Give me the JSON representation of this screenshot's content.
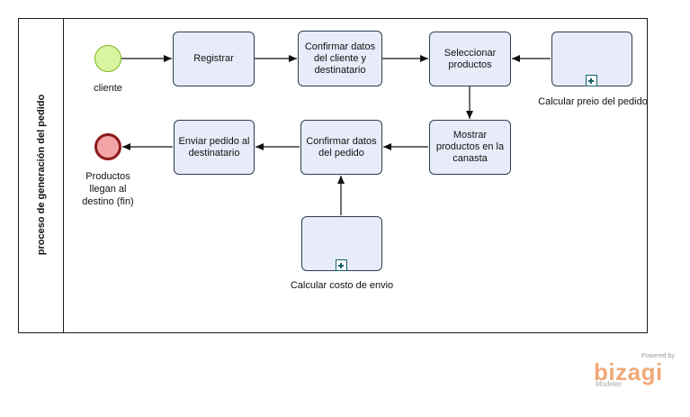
{
  "lane": {
    "title": "proceso de generación del pedido"
  },
  "start_event": {
    "label": "cliente"
  },
  "end_event": {
    "label_lines": [
      "Productos",
      "llegan al",
      "destino (fin)"
    ]
  },
  "tasks": {
    "registrar": "Registrar",
    "confirmar_datos_cliente": "Confirmar datos del cliente y destinatario",
    "seleccionar_productos": "Seleccionar productos",
    "calcular_precio": "",
    "mostrar_productos": "Mostrar productos en la canasta",
    "confirmar_datos_pedido": "Confirmar datos del pedido",
    "enviar_pedido": "Enviar pedido al destinatario",
    "calcular_costo": ""
  },
  "subprocess_labels": {
    "calcular_precio": "Calcular preio del pedido",
    "calcular_costo": "Calcular costo de envio"
  },
  "logo": {
    "powered": "Powered by",
    "name": "bizagi",
    "sub": "Modeler"
  },
  "colors": {
    "task_fill": "#e8ecfa",
    "task_border": "#2c3e50",
    "start_fill": "#d9f5a4",
    "end_fill": "#f4a4a4",
    "end_border": "#8b1a1a",
    "logo": "#f0a877"
  }
}
